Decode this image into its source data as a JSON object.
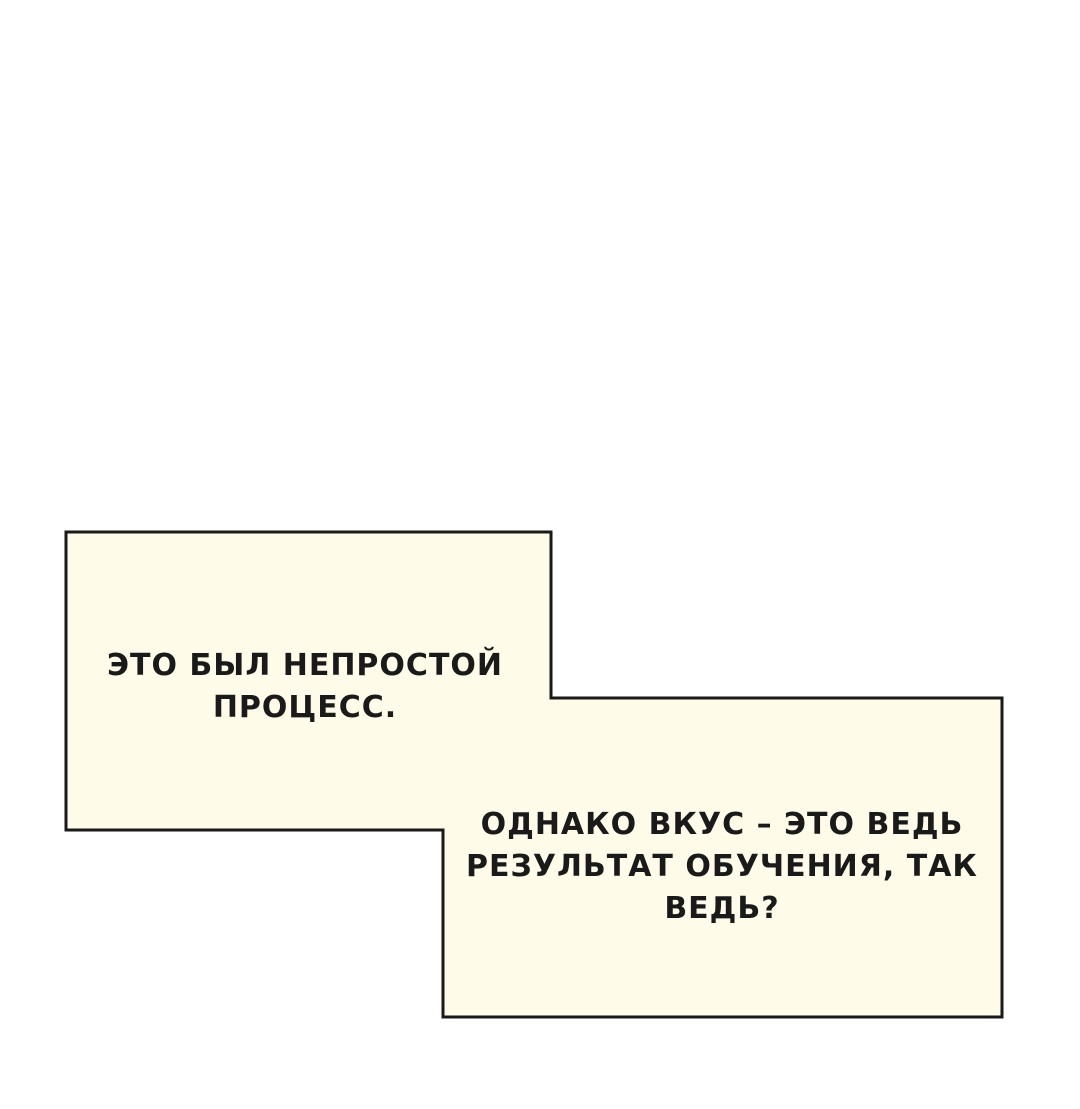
{
  "colors": {
    "background": "#ffffff",
    "box_fill": "#fefbe8",
    "box_border": "#1a1a1a",
    "text": "#1a1a1a"
  },
  "captions": [
    {
      "lines": [
        "ЭТО БЫЛ НЕПРОСТОЙ",
        "ПРОЦЕСС."
      ]
    },
    {
      "lines": [
        "ОДНАКО ВКУС – ЭТО ВЕДЬ",
        "РЕЗУЛЬТАТ ОБУЧЕНИЯ, ТАК",
        "ВЕДЬ?"
      ]
    }
  ]
}
